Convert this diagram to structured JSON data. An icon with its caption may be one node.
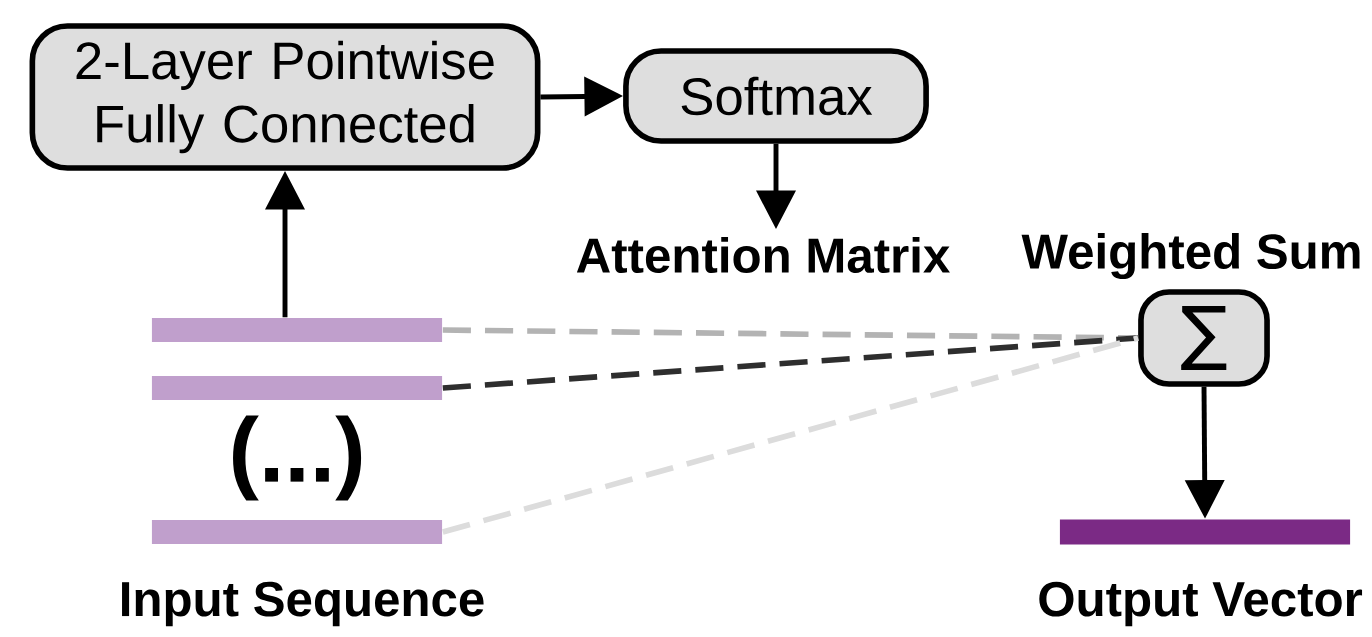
{
  "diagram": {
    "nodes": [
      {
        "text": [
          "2-Layer Pointwise Fully Connected"
        ]
      },
      {
        "text": [
          "Softmax"
        ]
      },
      {
        "text": [
          "Attention Matrix"
        ]
      },
      {
        "text": [
          "Weighted Sum",
          "∑"
        ]
      },
      {
        "text": [],
        "shape": "bar"
      },
      {
        "text": [],
        "shape": "bar"
      },
      {
        "text": [],
        "shape": "bar"
      },
      {
        "text": [],
        "shape": "bar"
      }
    ],
    "edges": [
      {
        "from": 0,
        "to": 1,
        "arrow": "to"
      },
      {
        "from": 1,
        "to": 2,
        "arrow": "to"
      },
      {
        "from": 4,
        "to": 0,
        "arrow": "to"
      },
      {
        "from": 4,
        "to": 3,
        "arrow": "none",
        "style": "dashed",
        "color": "#b3b3b3"
      },
      {
        "from": 5,
        "to": 3,
        "arrow": "none",
        "style": "dashed",
        "color": "#2e2e2e"
      },
      {
        "from": 6,
        "to": 3,
        "arrow": "none",
        "style": "dashed",
        "color": "#dcdcdc"
      },
      {
        "from": 3,
        "to": 7,
        "arrow": "to"
      }
    ],
    "labels": [
      "(...)",
      "Input Sequence",
      "Output Vector"
    ]
  }
}
